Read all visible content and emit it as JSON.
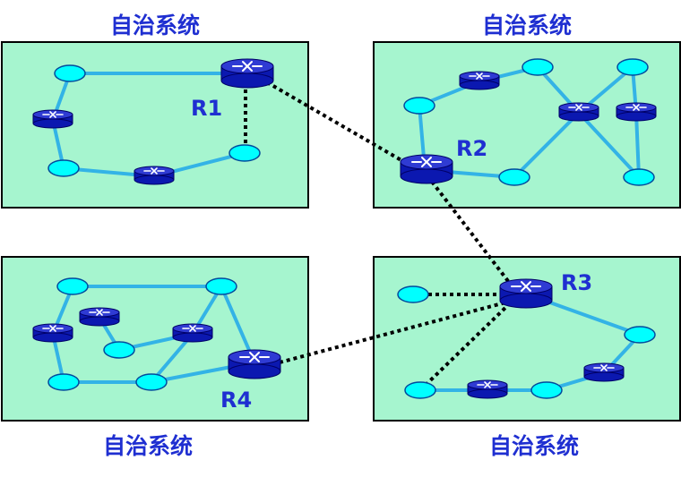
{
  "colors": {
    "region_fill": "#a6f5cf",
    "region_border": "#000000",
    "link": "#33b3e6",
    "host_fill": "#00ffff",
    "host_stroke": "#004a9c",
    "router_top": "#2f3bd3",
    "router_body": "#0b18b0",
    "router_stroke": "#000066",
    "router_mark": "#ffffff",
    "label": "#1f2fd1",
    "interdomain_link": "#000000"
  },
  "regions": [
    {
      "id": "top-left",
      "title": "自治系统"
    },
    {
      "id": "top-right",
      "title": "自治系统"
    },
    {
      "id": "bottom-left",
      "title": "自治系统"
    },
    {
      "id": "bottom-right",
      "title": "自治系统"
    }
  ],
  "border_routers": [
    {
      "id": "r1",
      "label": "R1"
    },
    {
      "id": "r2",
      "label": "R2"
    },
    {
      "id": "r3",
      "label": "R3"
    },
    {
      "id": "r4",
      "label": "R4"
    }
  ]
}
